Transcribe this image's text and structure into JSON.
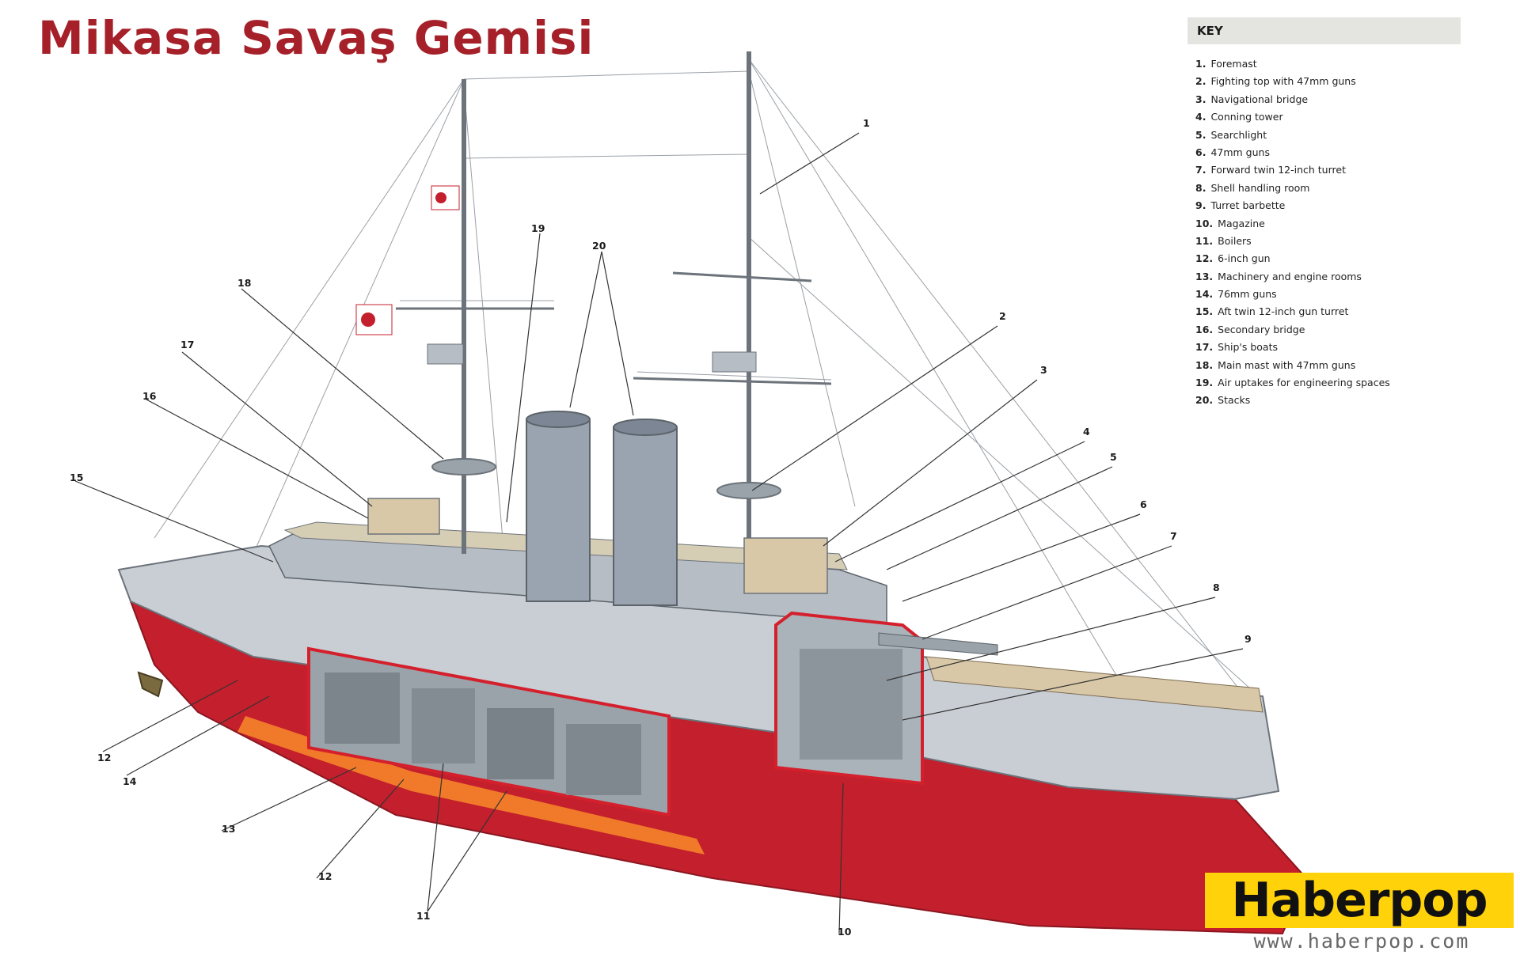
{
  "title": "Mikasa Savaş Gemisi",
  "key": {
    "heading": "KEY",
    "items": [
      {
        "num": "1.",
        "label": "Foremast"
      },
      {
        "num": "2.",
        "label": "Fighting top with 47mm guns"
      },
      {
        "num": "3.",
        "label": "Navigational bridge"
      },
      {
        "num": "4.",
        "label": "Conning tower"
      },
      {
        "num": "5.",
        "label": "Searchlight"
      },
      {
        "num": "6.",
        "label": "47mm guns"
      },
      {
        "num": "7.",
        "label": "Forward twin 12-inch turret"
      },
      {
        "num": "8.",
        "label": "Shell handling room"
      },
      {
        "num": "9.",
        "label": "Turret barbette"
      },
      {
        "num": "10.",
        "label": "Magazine"
      },
      {
        "num": "11.",
        "label": "Boilers"
      },
      {
        "num": "12.",
        "label": "6-inch gun"
      },
      {
        "num": "13.",
        "label": "Machinery and engine rooms"
      },
      {
        "num": "14.",
        "label": "76mm guns"
      },
      {
        "num": "15.",
        "label": "Aft twin 12-inch gun turret"
      },
      {
        "num": "16.",
        "label": "Secondary bridge"
      },
      {
        "num": "17.",
        "label": "Ship's boats"
      },
      {
        "num": "18.",
        "label": "Main mast with 47mm guns"
      },
      {
        "num": "19.",
        "label": "Air uptakes for engineering spaces"
      },
      {
        "num": "20.",
        "label": "Stacks"
      }
    ]
  },
  "callouts": [
    "1",
    "2",
    "3",
    "4",
    "5",
    "6",
    "7",
    "8",
    "9",
    "10",
    "11",
    "12",
    "12",
    "13",
    "14",
    "15",
    "16",
    "17",
    "18",
    "19",
    "20"
  ],
  "logo": {
    "text": "Haberpop",
    "url": "www.haberpop.com"
  },
  "colors": {
    "title": "#a52028",
    "hull_red": "#c41f2c",
    "hull_gray": "#c9ced4",
    "keel_orange": "#f07a2a",
    "logo_yellow": "#ffd20a",
    "key_header_bg": "#e4e4e0"
  }
}
